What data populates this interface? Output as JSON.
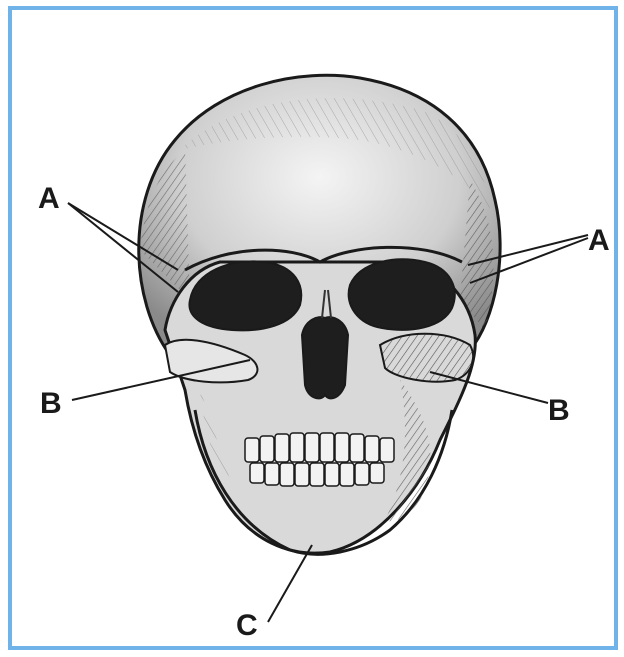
{
  "figure": {
    "border_color": "#6fb3e8",
    "ink_color": "#1a1a1a",
    "paper_color": "#ffffff"
  },
  "labels": {
    "a_left": "A",
    "a_right": "A",
    "b_left": "B",
    "b_right": "B",
    "c_bottom": "C"
  }
}
